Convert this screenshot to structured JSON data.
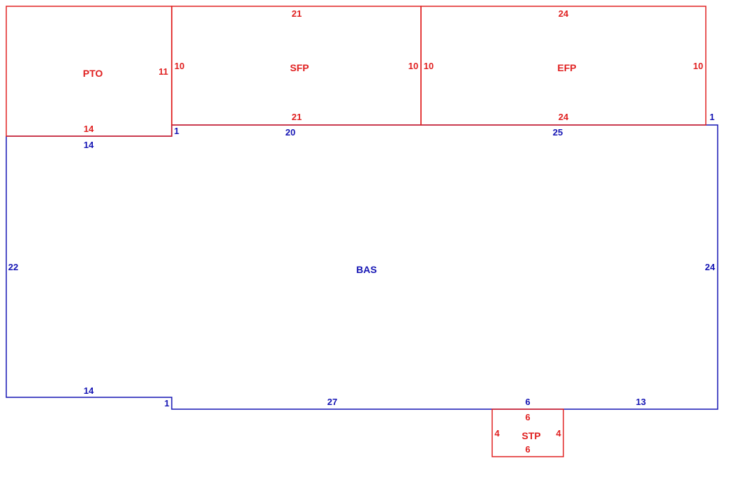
{
  "colors": {
    "addition": "#e02020",
    "base": "#1414b4",
    "background": "#ffffff"
  },
  "areas": {
    "pto": {
      "code": "PTO",
      "sides": {
        "right": "11",
        "bottom": "14"
      }
    },
    "sfp": {
      "code": "SFP",
      "sides": {
        "top": "21",
        "left": "10",
        "right": "10",
        "bottom": "21"
      }
    },
    "efp": {
      "code": "EFP",
      "sides": {
        "top": "24",
        "left": "10",
        "right": "10",
        "bottom": "24"
      }
    },
    "bas": {
      "code": "BAS",
      "sides": {
        "top_left": "14",
        "jog_top": "1",
        "top_mid": "20",
        "top_right": "25",
        "jog_right": "1",
        "left": "22",
        "right": "24",
        "bottom_left": "14",
        "jog_bottom": "1",
        "bottom_mid": "27",
        "bottom_stoop": "6",
        "bottom_right": "13"
      }
    },
    "stp": {
      "code": "STP",
      "sides": {
        "top": "6",
        "left": "4",
        "right": "4",
        "bottom": "6"
      }
    }
  }
}
